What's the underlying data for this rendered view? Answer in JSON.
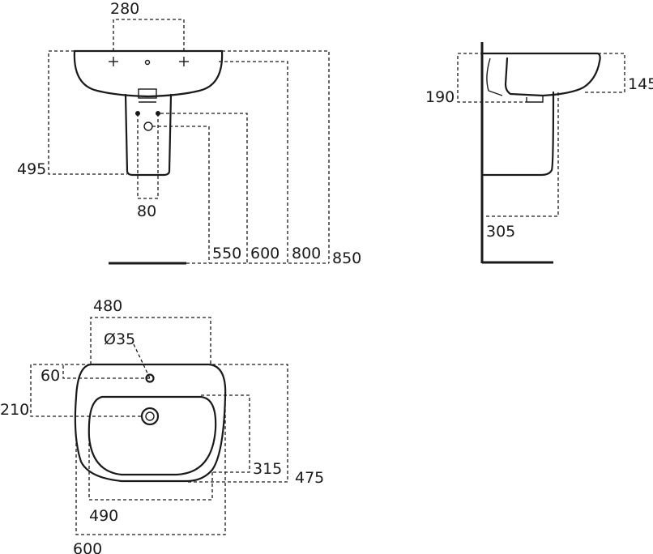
{
  "front_view": {
    "dims": {
      "tap_spacing": "280",
      "bowl_height": "495",
      "trap_width": "80",
      "height_550": "550",
      "height_600": "600",
      "height_800": "800",
      "height_850": "850"
    }
  },
  "side_view": {
    "dims": {
      "rim_height_left": "190",
      "rim_height_right": "145",
      "depth": "305"
    }
  },
  "top_view": {
    "dims": {
      "basin_width": "480",
      "tap_hole_diameter": "Ø35",
      "tap_hole_offset": "60",
      "waste_offset": "210",
      "basin_depth": "315",
      "total_depth": "475",
      "bowl_width": "490",
      "total_width": "600"
    }
  }
}
